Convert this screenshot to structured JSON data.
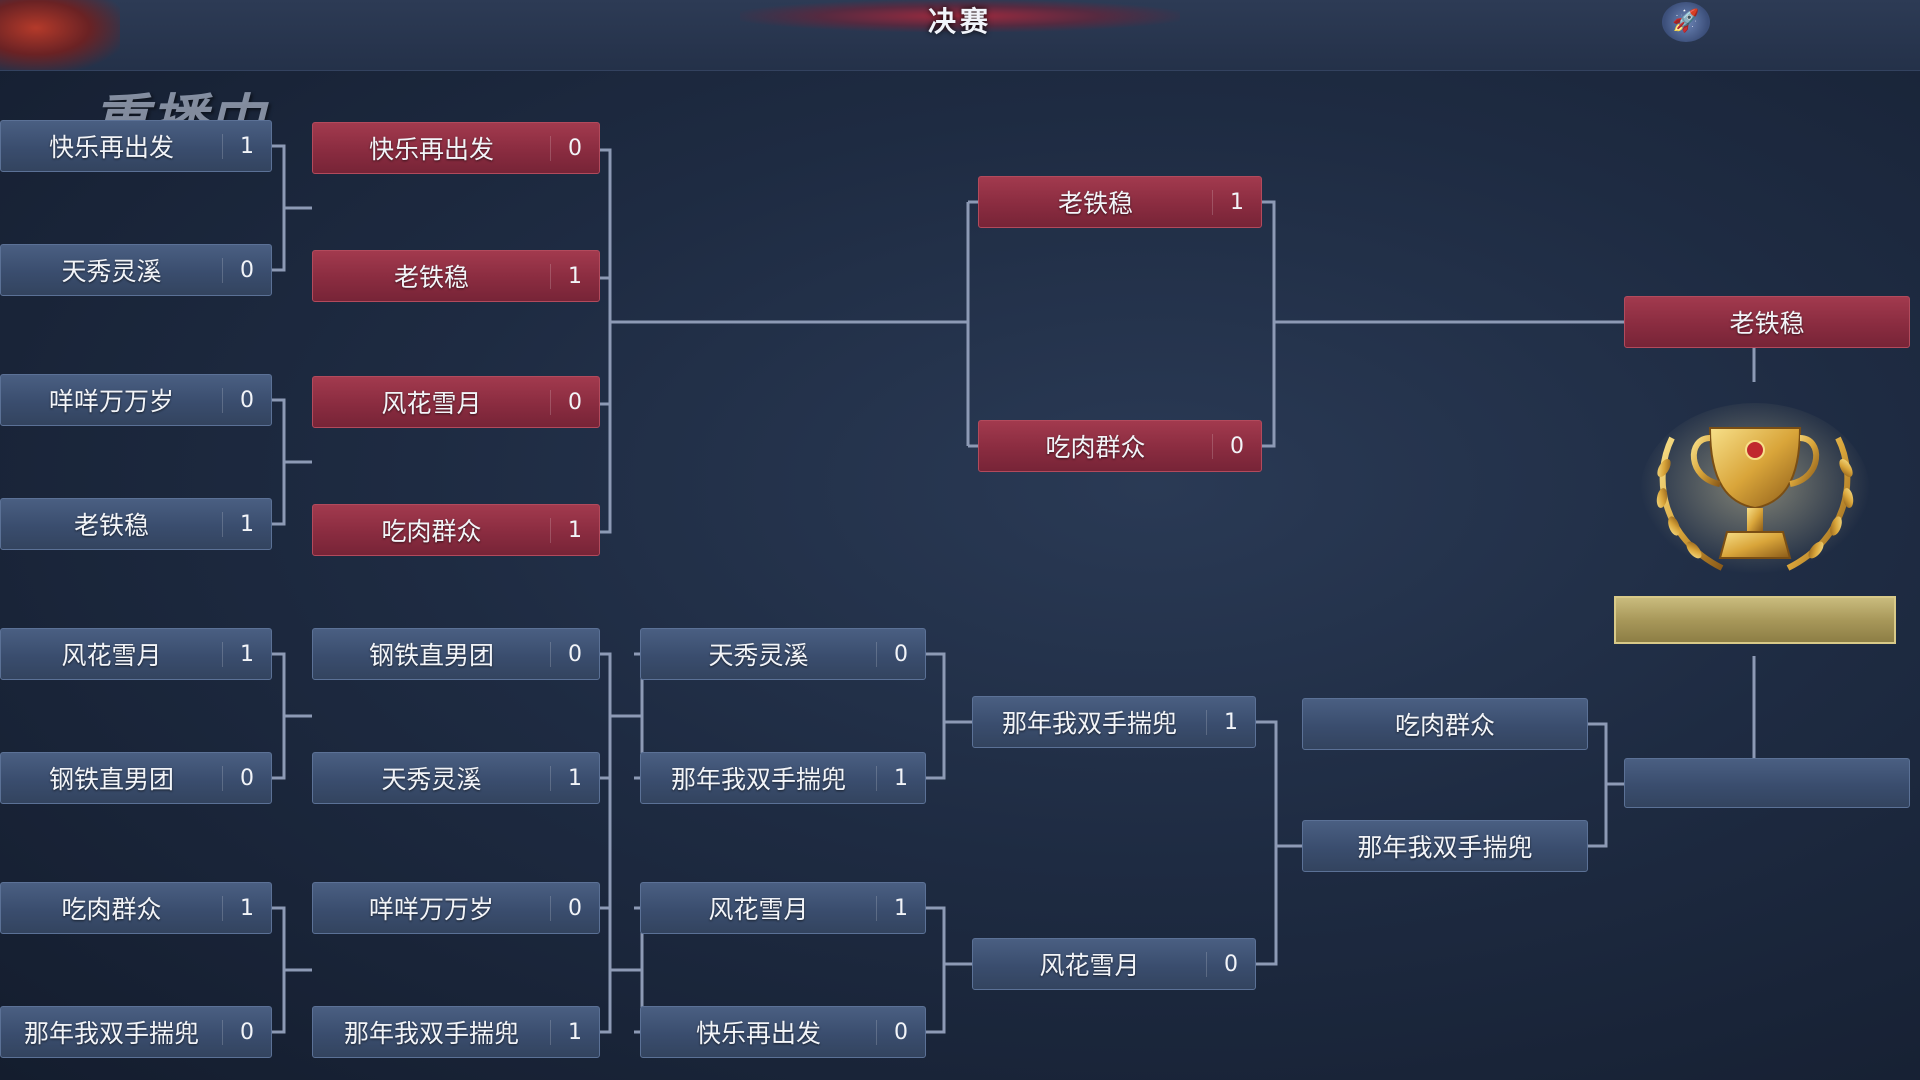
{
  "header": {
    "title": "决赛",
    "replay_label": "重播中",
    "rocket_icon": "rocket-icon"
  },
  "rounds": {
    "r1": [
      {
        "name": "快乐再出发",
        "score": "1"
      },
      {
        "name": "天秀灵溪",
        "score": "0"
      },
      {
        "name": "咩咩万万岁",
        "score": "0"
      },
      {
        "name": "老铁稳",
        "score": "1"
      },
      {
        "name": "风花雪月",
        "score": "1"
      },
      {
        "name": "钢铁直男团",
        "score": "0"
      },
      {
        "name": "吃肉群众",
        "score": "1"
      },
      {
        "name": "那年我双手揣兜",
        "score": "0"
      }
    ],
    "winners_r2": [
      {
        "name": "快乐再出发",
        "score": "0"
      },
      {
        "name": "老铁稳",
        "score": "1"
      },
      {
        "name": "风花雪月",
        "score": "0"
      },
      {
        "name": "吃肉群众",
        "score": "1"
      }
    ],
    "winners_r3": [
      {
        "name": "老铁稳",
        "score": "1"
      },
      {
        "name": "吃肉群众",
        "score": "0"
      }
    ],
    "losers_r1": [
      {
        "name": "钢铁直男团",
        "score": "0"
      },
      {
        "name": "天秀灵溪",
        "score": "1"
      },
      {
        "name": "咩咩万万岁",
        "score": "0"
      },
      {
        "name": "那年我双手揣兜",
        "score": "1"
      }
    ],
    "losers_r2": [
      {
        "name": "天秀灵溪",
        "score": "0"
      },
      {
        "name": "那年我双手揣兜",
        "score": "1"
      },
      {
        "name": "风花雪月",
        "score": "1"
      },
      {
        "name": "快乐再出发",
        "score": "0"
      }
    ],
    "losers_r3": [
      {
        "name": "那年我双手揣兜",
        "score": "1"
      },
      {
        "name": "风花雪月",
        "score": "0"
      }
    ],
    "losers_r4": [
      {
        "name": "吃肉群众"
      },
      {
        "name": "那年我双手揣兜"
      }
    ],
    "champion": {
      "name": "老铁稳"
    }
  },
  "colors": {
    "winner_slot": "#8a2c40",
    "normal_slot": "#3a4d6e",
    "trophy_gold": "#d9a53a"
  }
}
